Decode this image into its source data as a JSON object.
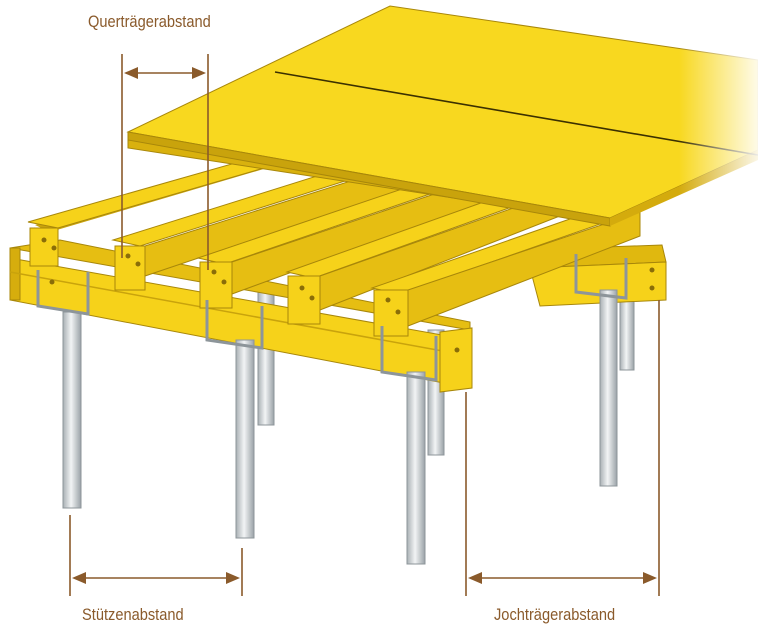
{
  "labels": {
    "querabstand": "Querträgerabstand",
    "stuetzenabstand": "Stützenabstand",
    "jochabstand": "Jochträgerabstand"
  },
  "colors": {
    "yellow": "#f6d21a",
    "yellow_dark": "#c9a30c",
    "yellow_shade": "#e0b80f",
    "prop": "#d8dde0",
    "prop_dark": "#9aa2a7",
    "clamp": "#b0b6ba",
    "dimension": "#8a5a2b"
  }
}
